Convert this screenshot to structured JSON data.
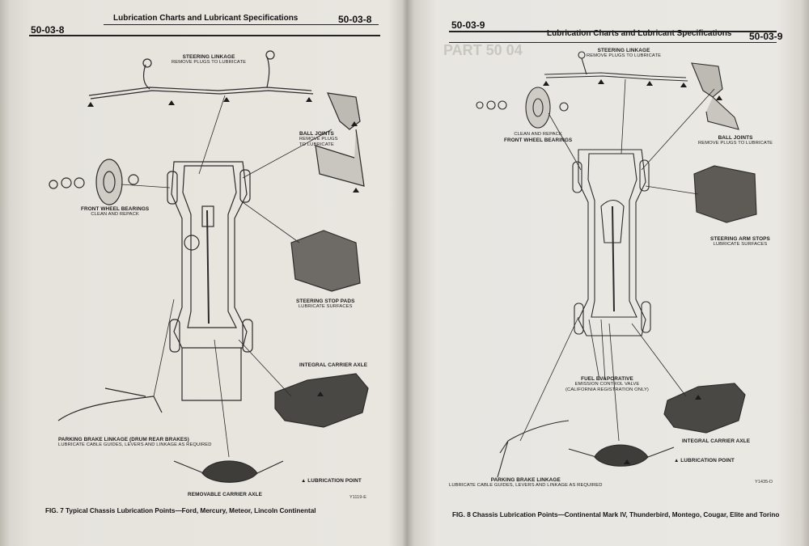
{
  "left_page": {
    "page_number_left": "50-03-8",
    "page_number_right": "50-03-8",
    "header_title": "Lubrication Charts and Lubricant Specifications",
    "labels": {
      "steering_linkage": "STEERING LINKAGE",
      "steering_linkage_note": "REMOVE PLUGS TO LUBRICATE",
      "ball_joints": "BALL JOINTS",
      "ball_joints_note_1": "REMOVE PLUGS",
      "ball_joints_note_2": "TO LUBRICATE",
      "front_wheel_bearings": "FRONT WHEEL BEARINGS",
      "front_wheel_bearings_note": "CLEAN AND REPACK",
      "steering_stop_pads": "STEERING STOP PADS",
      "steering_stop_pads_note": "LUBRICATE SURFACES",
      "integral_carrier_axle": "INTEGRAL CARRIER AXLE",
      "parking_brake_linkage": "PARKING BRAKE LINKAGE (DRUM REAR BRAKES)",
      "parking_brake_note": "LUBRICATE CABLE GUIDES, LEVERS AND LINKAGE AS REQUIRED",
      "removable_carrier_axle": "REMOVABLE CARRIER AXLE",
      "legend": "▲ LUBRICATION POINT"
    },
    "caption": "FIG. 7 Typical Chassis Lubrication Points—Ford, Mercury, Meteor, Lincoln Continental",
    "figure_code": "Y1119-E"
  },
  "right_page": {
    "page_number_left": "50-03-9",
    "page_number_right": "50-03-9",
    "header_title": "Lubrication Charts and Lubricant Specifications",
    "labels": {
      "steering_linkage": "STEERING LINKAGE",
      "steering_linkage_note": "REMOVE PLUGS TO LUBRICATE",
      "front_wheel_bearings_note": "CLEAN AND REPACK",
      "front_wheel_bearings": "FRONT WHEEL BEARINGS",
      "ball_joints": "BALL JOINTS",
      "ball_joints_note": "REMOVE PLUGS TO LUBRICATE",
      "steering_arm_stops": "STEERING ARM STOPS",
      "steering_arm_stops_note": "LUBRICATE SURFACES",
      "fuel_evap_1": "FUEL EVAPORATIVE",
      "fuel_evap_2": "EMISSION CONTROL VALVE",
      "fuel_evap_3": "(CALIFORNIA REGISTRATION ONLY)",
      "integral_carrier_axle": "INTEGRAL CARRIER AXLE",
      "legend": "▲ LUBRICATION POINT",
      "parking_brake_linkage": "PARKING BRAKE LINKAGE",
      "parking_brake_note": "LUBRICATE CABLE GUIDES, LEVERS AND LINKAGE AS REQUIRED"
    },
    "caption": "FIG. 8 Chassis Lubrication Points—Continental Mark IV, Thunderbird, Montego, Cougar, Elite and Torino",
    "figure_code": "Y1435-D"
  },
  "colors": {
    "paper": "#e9e6e0",
    "ink": "#1c1c1c",
    "gutter": "#a9a69e"
  }
}
